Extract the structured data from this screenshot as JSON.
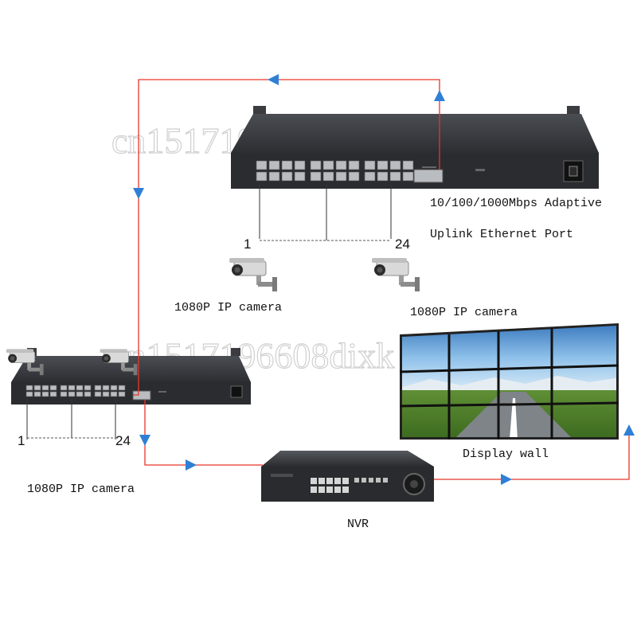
{
  "watermark": "cn1517196608dixk",
  "labels": {
    "uplink_line1": "10/100/1000Mbps Adaptive",
    "uplink_line2": "Uplink Ethernet Port",
    "camera": "1080P IP camera",
    "display_wall": "Display wall",
    "nvr": "NVR",
    "port_first": "1",
    "port_last": "24"
  },
  "colors": {
    "link_line": "#e8352a",
    "arrow": "#2f7fd6",
    "switch_body": "#2a2c30",
    "port": "#b9bcc0"
  },
  "icons": [
    "network-switch-icon",
    "ip-camera-icon",
    "nvr-icon",
    "display-wall-icon",
    "arrow-icon"
  ]
}
